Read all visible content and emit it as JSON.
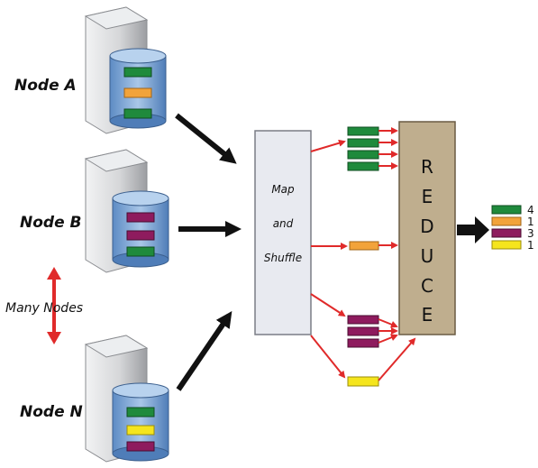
{
  "nodes": [
    {
      "label": "Node A",
      "bars": [
        "green",
        "orange",
        "green"
      ]
    },
    {
      "label": "Node B",
      "bars": [
        "purple",
        "purple",
        "green"
      ]
    },
    {
      "label": "Node N",
      "bars": [
        "green",
        "yellow",
        "purple"
      ]
    }
  ],
  "many_nodes_label": "Many Nodes",
  "map_shuffle": {
    "line1": "Map",
    "line2": "and",
    "line3": "Shuffle"
  },
  "reduce_letters": [
    "R",
    "E",
    "D",
    "U",
    "C",
    "E"
  ],
  "shuffle_groups": [
    {
      "color": "green",
      "count": 4
    },
    {
      "color": "orange",
      "count": 1
    },
    {
      "color": "purple",
      "count": 3
    },
    {
      "color": "yellow",
      "count": 1
    }
  ],
  "results": [
    {
      "color": "green",
      "count": "4"
    },
    {
      "color": "orange",
      "count": "1"
    },
    {
      "color": "purple",
      "count": "3"
    },
    {
      "color": "yellow",
      "count": "1"
    }
  ],
  "colors": {
    "green": "#1f8a3c",
    "orange": "#f2a33a",
    "purple": "#8e1b5e",
    "yellow": "#f5e51d",
    "red_arrow": "#e02a2a",
    "black_arrow": "#111111",
    "map_box": "#e8eaf0",
    "reduce_box": "#bfae8e",
    "server_body": "#d9dadc",
    "db_blue": "#7fa6d1"
  }
}
